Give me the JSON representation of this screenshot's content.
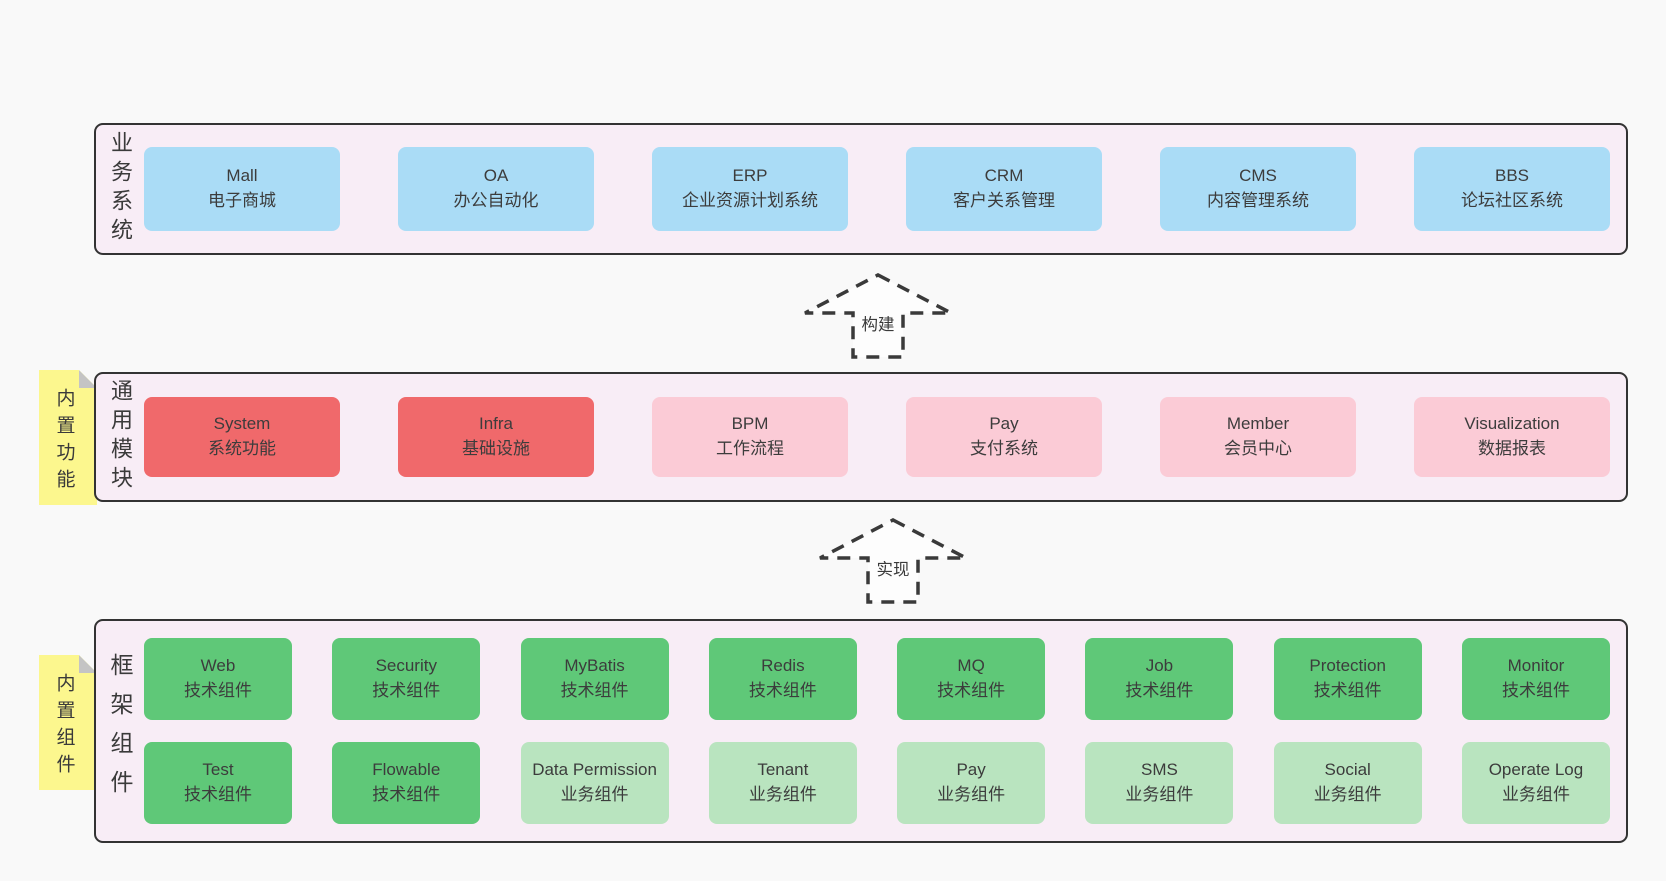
{
  "page": {
    "background": "#f9f9f9"
  },
  "colors": {
    "panel_fill": "#f8edf6",
    "panel_border": "#333333",
    "blue_box": "#aadcf6",
    "red_box": "#f0696b",
    "pink_box": "#fbcbd6",
    "green_box": "#5fc878",
    "light_green_box": "#b9e4bf",
    "sticky_yellow": "#fcf78e",
    "sticky_fold_gray": "#c4c4c4",
    "text": "#3c3c3c"
  },
  "arrows": {
    "build": {
      "label": "构建"
    },
    "implement": {
      "label": "实现"
    }
  },
  "sections": {
    "business": {
      "side_label": "业务系统",
      "boxes": [
        {
          "en": "Mall",
          "zh": "电子商城"
        },
        {
          "en": "OA",
          "zh": "办公自动化"
        },
        {
          "en": "ERP",
          "zh": "企业资源计划系统"
        },
        {
          "en": "CRM",
          "zh": "客户关系管理"
        },
        {
          "en": "CMS",
          "zh": "内容管理系统"
        },
        {
          "en": "BBS",
          "zh": "论坛社区系统"
        }
      ]
    },
    "modules": {
      "side_label": "通用模块",
      "sticky_label": "内置功能",
      "boxes": [
        {
          "en": "System",
          "zh": "系统功能"
        },
        {
          "en": "Infra",
          "zh": "基础设施"
        },
        {
          "en": "BPM",
          "zh": "工作流程"
        },
        {
          "en": "Pay",
          "zh": "支付系统"
        },
        {
          "en": "Member",
          "zh": "会员中心"
        },
        {
          "en": "Visualization",
          "zh": "数据报表"
        }
      ]
    },
    "components": {
      "side_label": "框架组件",
      "sticky_label": "内置组件",
      "rows": [
        [
          {
            "en": "Web",
            "zh": "技术组件"
          },
          {
            "en": "Security",
            "zh": "技术组件"
          },
          {
            "en": "MyBatis",
            "zh": "技术组件"
          },
          {
            "en": "Redis",
            "zh": "技术组件"
          },
          {
            "en": "MQ",
            "zh": "技术组件"
          },
          {
            "en": "Job",
            "zh": "技术组件"
          },
          {
            "en": "Protection",
            "zh": "技术组件"
          },
          {
            "en": "Monitor",
            "zh": "技术组件"
          }
        ],
        [
          {
            "en": "Test",
            "zh": "技术组件"
          },
          {
            "en": "Flowable",
            "zh": "技术组件"
          },
          {
            "en": "Data Permission",
            "zh": "业务组件"
          },
          {
            "en": "Tenant",
            "zh": "业务组件"
          },
          {
            "en": "Pay",
            "zh": "业务组件"
          },
          {
            "en": "SMS",
            "zh": "业务组件"
          },
          {
            "en": "Social",
            "zh": "业务组件"
          },
          {
            "en": "Operate Log",
            "zh": "业务组件"
          }
        ]
      ]
    }
  }
}
